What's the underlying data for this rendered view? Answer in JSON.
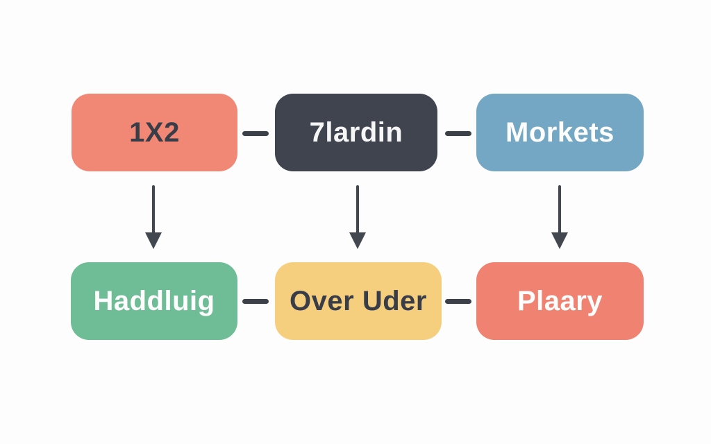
{
  "diagram": {
    "background_color": "#FDFDFD",
    "connector_color": "#3C4049",
    "arrow_color": "#43474F",
    "nodes": {
      "top_left": {
        "label": "1X2",
        "fill": "#F18875",
        "text_color": "#393D47"
      },
      "top_center": {
        "label": "7lardin",
        "fill": "#40444E",
        "text_color": "#F6F6F6"
      },
      "top_right": {
        "label": "Morkets",
        "fill": "#73A7C3",
        "text_color": "#FDFDFD"
      },
      "bottom_left": {
        "label": "Haddluig",
        "fill": "#6EBD96",
        "text_color": "#FDFDFD"
      },
      "bottom_center": {
        "label": "Over Uder",
        "fill": "#F6CF7E",
        "text_color": "#393D47"
      },
      "bottom_right": {
        "label": "Plaary",
        "fill": "#EF8271",
        "text_color": "#FDFDFD"
      }
    },
    "edges": [
      {
        "from": "top_left",
        "to": "top_center",
        "type": "dash"
      },
      {
        "from": "top_center",
        "to": "top_right",
        "type": "dash"
      },
      {
        "from": "bottom_left",
        "to": "bottom_center",
        "type": "dash"
      },
      {
        "from": "bottom_center",
        "to": "bottom_right",
        "type": "dash"
      },
      {
        "from": "top_left",
        "to": "bottom_left",
        "type": "arrow-down"
      },
      {
        "from": "top_center",
        "to": "bottom_center",
        "type": "arrow-down"
      },
      {
        "from": "top_right",
        "to": "bottom_right",
        "type": "arrow-down"
      }
    ]
  }
}
